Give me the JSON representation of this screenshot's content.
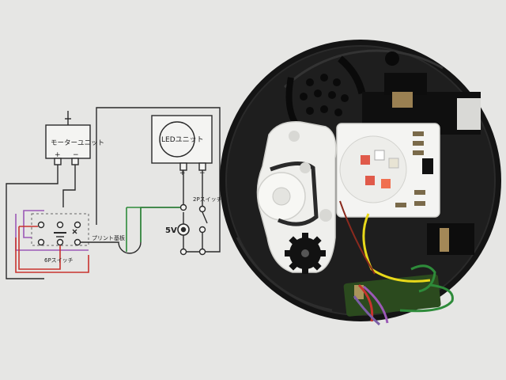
{
  "diagram": {
    "motor_unit_label": "モーターユニット",
    "motor_plus": "+",
    "motor_minus": "−",
    "led_unit_label": "LEDユニット",
    "led_plus": "+",
    "led_minus": "−",
    "switch_2p_label": "2Pスイッチ",
    "power_label": "5V",
    "pcb_label": "プリント基板",
    "switch_6p_label": "6Pスイッチ"
  },
  "colors": {
    "paper": "#e6e6e4",
    "wire_black": "#2a2a2a",
    "wire_green": "#2e8b3a",
    "wire_red": "#c8332e",
    "wire_purple": "#9b59b6",
    "wire_yellow": "#e8d81a",
    "chassis": "#141414",
    "gear_white": "#f1f1ee",
    "led_board": "#f4f4f2"
  }
}
